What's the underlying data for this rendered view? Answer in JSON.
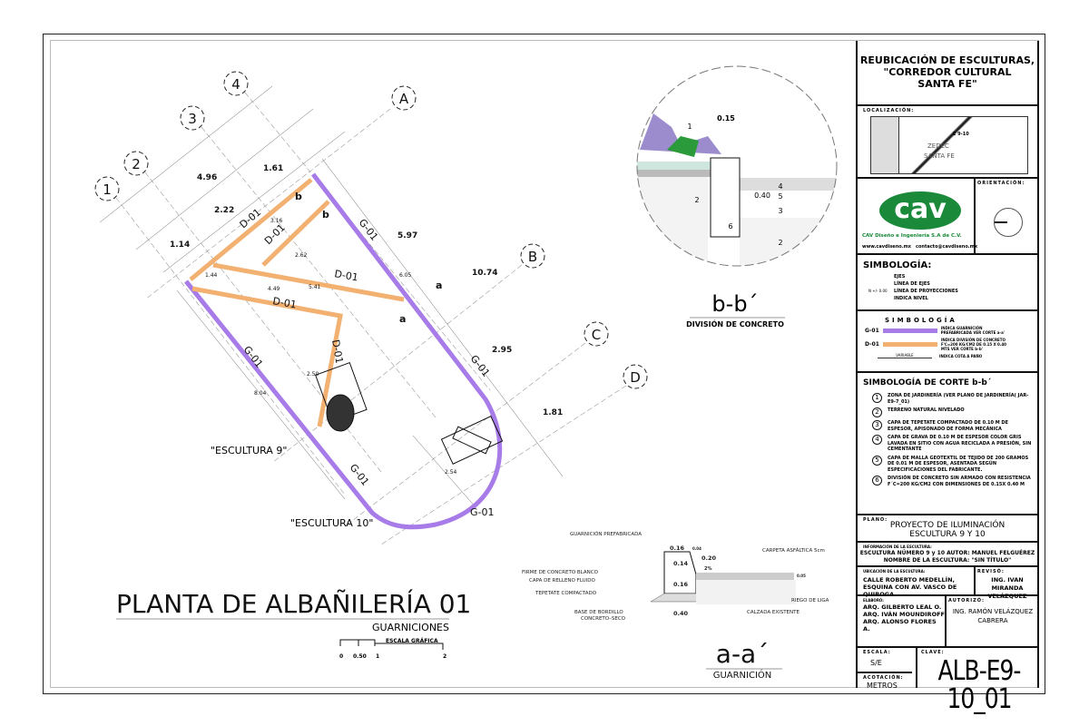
{
  "title_block": {
    "project": [
      "REUBICACIÓN DE ESCULTURAS,",
      "\"CORREDOR CULTURAL",
      "SANTA FE\""
    ],
    "localizacion_label": "LOCALIZACIÓN:",
    "map_labels": [
      "E 9-10",
      "ZEDEC",
      "SANTA FE"
    ],
    "orientacion_label": "ORIENTACIÓN:",
    "logo_text": "cav",
    "company": "CAV Diseño e Ingeniería S.A de C.V.",
    "web": "www.cavdiseno.mx",
    "email": "contacto@cavdiseno.mx",
    "simbologia_title": "SIMBOLOGÍA:",
    "simbologia_items": [
      "EJES",
      "LÍNEA DE EJES",
      "LÍNEA DE PROYECCIONES",
      "INDICA NIVEL"
    ],
    "nivel_text": "N +/- 0.00",
    "simbologia2_title": "SIMBOLOGÍA",
    "g01_code": "G-01",
    "g01_desc": "INDICA GUARNICIÓN PREFABRICADA VER CORTE a-a'",
    "d01_code": "D-01",
    "d01_desc": "INDICA DIVISIÓN DE CONCRETO F'C=200 KG/CM2 DE 0.15 X 0.40 MTS VER CORTE b-b'",
    "variable": "VARIABLE",
    "cota_desc": "INDICA COTA A PAÑO",
    "corte_title": "SIMBOLOGÍA DE CORTE b-b´",
    "corte_items": [
      {
        "n": "1",
        "t": "ZONA DE JARDINERÍA (VER PLANO DE JARDINERÍA( JAR-E9-7_01)"
      },
      {
        "n": "2",
        "t": "TERRENO NATURAL NIVELADO"
      },
      {
        "n": "3",
        "t": "CAPA DE TEPETATE COMPACTADO DE 0.10 M DE ESPESOR, APISONADO DE FORMA MECÁNICA"
      },
      {
        "n": "4",
        "t": "CAPA DE GRAVA DE 0.10 M DE ESPESOR COLOR GRIS LAVADA EN SITIO CON AGUA RECICLADA A PRESIÓN, SIN CEMENTANTE"
      },
      {
        "n": "5",
        "t": "CAPA DE MALLA GEOTEXTIL DE TEJIDO DE 200 GRAMOS DE 0.01 M DE ESPESOR, ASENTADA SEGÚN ESPECIFICACIONES DEL FABRICANTE."
      },
      {
        "n": "6",
        "t": "DIVISIÓN DE CONCRETO SIN ARMADO CON RESISTENCIA F´C=200 KG/CM2 CON DIMENSIONES DE 0.15X 0.40 M"
      }
    ],
    "plano_label": "PLANO:",
    "plano": [
      "PROYECTO DE ILUMINACIÓN",
      "ESCULTURA 9 Y 10"
    ],
    "info_label": "INFORMACIÓN DE LA ESCULTURA:",
    "info": [
      "ESCULTURA NÚMERO  9 y 10 AUTOR: MANUEL FELGUÉREZ",
      "NOMBRE DE LA ESCULTURA: \"SIN TÍTULO\""
    ],
    "ubicacion_label": "UBICACIÓN DE LA ESCULTURA:",
    "ubicacion": "CALLE ROBERTO MEDELLÍN, ESQUINA CON AV. VASCO DE QUIROGA.",
    "reviso_label": "REVISÓ:",
    "reviso": "ING. IVAN MIRANDA VELÁZQUEZ",
    "elaboro_label": "ELABORÓ:",
    "elaboro": [
      "ARQ. GILBERTO LEAL O.",
      "ARQ. IVÁN MOUNDIROFF",
      "ARQ. ALONSO FLORES A."
    ],
    "autorizo_label": "AUTORIZÓ:",
    "autorizo": "ING. RAMÓN VELÁZQUEZ CABRERA",
    "escala_label": "ESCALA:",
    "escala": "S/E",
    "acotacion_label": "ACOTACIÓN:",
    "acotacion": "METROS",
    "clave_label": "CLAVE:",
    "clave": "ALB-E9-10_01"
  },
  "plan": {
    "title": "PLANTA DE ALBAÑILERÍA 01",
    "subtitle": "GUARNICIONES",
    "scale_label": "ESCALA GRÁFICA",
    "scale_ticks": [
      "0",
      "0.50",
      "1",
      "2"
    ],
    "axes": [
      "1",
      "2",
      "3",
      "4",
      "A",
      "B",
      "C",
      "D"
    ],
    "dims": [
      "4.96",
      "1.61",
      "2.22",
      "1.14",
      "5.97",
      "10.74",
      "2.95",
      "1.81",
      "3.16",
      "2.62",
      "5.41",
      "4.49",
      "1.44",
      "6.05",
      "8.04",
      "2.50",
      "2.54"
    ],
    "d01": "D-01",
    "g01": "G-01",
    "cut_a": "a",
    "cut_b": "b",
    "sculpture9": "\"ESCULTURA 9\"",
    "sculpture10": "\"ESCULTURA 10\""
  },
  "section_bb": {
    "title": "b-b´",
    "subtitle": "DIVISIÓN DE CONCRETO",
    "dim_w": "0.15",
    "dim_h": "0.40",
    "markers": [
      "1",
      "2",
      "4",
      "5",
      "3",
      "2",
      "6"
    ]
  },
  "section_aa": {
    "title": "a-a´",
    "subtitle": "GUARNICIÓN",
    "labels": [
      "GUARNICIÓN PREFABRICADA",
      "FIRME DE CONCRETO BLANCO",
      "CAPA DE RELLENO FLUIDO",
      "TEPETATE COMPACTADO",
      "BASE DE BORDILLO",
      "CONCRETO–SECO",
      "CARPETA ASFÁLTICA 5cm",
      "RIEGO DE LIGA",
      "CALZADA EXISTENTE"
    ],
    "dims": [
      "0.16",
      "0.04",
      "0.14",
      "0.20",
      "2%",
      "0.16",
      "0.40",
      "0.05"
    ]
  },
  "colors": {
    "g01": "#a77be8",
    "d01": "#f2b071",
    "logo": "#1a8a3a"
  }
}
